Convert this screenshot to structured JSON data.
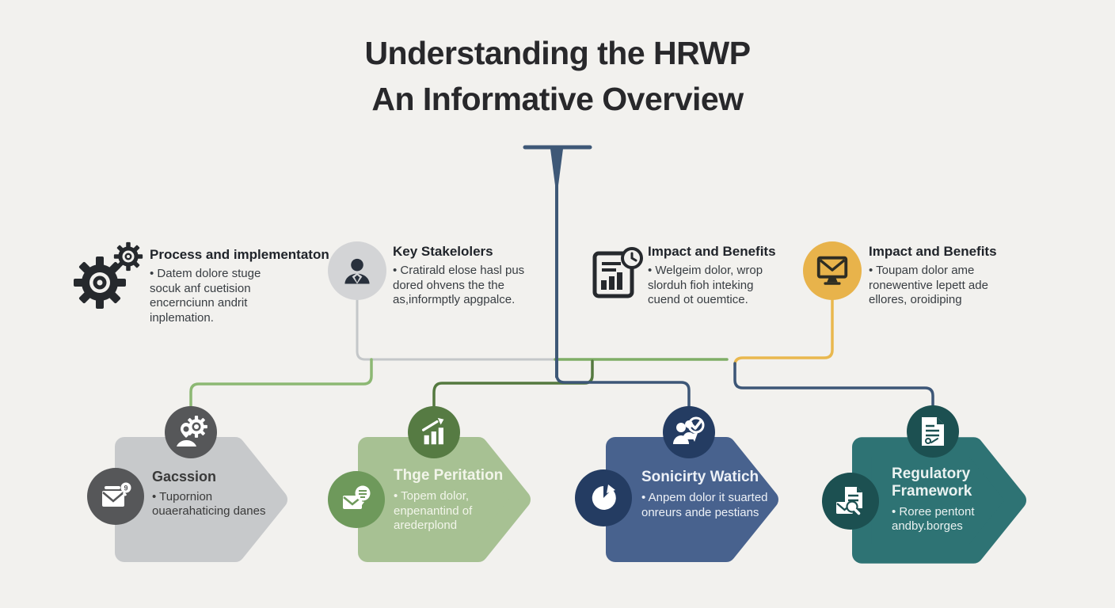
{
  "title": {
    "line1": "Understanding the HRWP",
    "line2": "An Informative Overview"
  },
  "top_items": [
    {
      "icon": "gears-icon",
      "heading": "Process and implementaton",
      "body": "• Datem dolore stuge socuk anf cuetision encernciunn andrit inplemation."
    },
    {
      "icon": "person-icon",
      "heading": "Key Stakelolers",
      "body": "• Cratirald elose hasl pus dored ohvens the the as,informptly apgpalce."
    },
    {
      "icon": "report-clock-icon",
      "heading": "Impact and Benefits",
      "body": "• Welgeim dolor, wrop slorduh fioh inteking cuend ot ouemtice."
    },
    {
      "icon": "mail-monitor-icon",
      "heading": "Impact and Benefits",
      "body": "• Toupam dolor ame ronewentive lepett ade ellores, oroidiping"
    }
  ],
  "bottom_items": [
    {
      "title": "Gacssion",
      "body": "• Tupornion ouaerahaticing danes",
      "top_icon": "person-gear-icon",
      "left_icon": "mail-notification-icon"
    },
    {
      "title": "Thge Peritation",
      "body": "• Topem dolor, enpenantind of arederplond",
      "top_icon": "growth-chart-icon",
      "left_icon": "mail-chat-icon"
    },
    {
      "title": "Sonicirty Watich",
      "body": "• Anpem dolor it suarted onreurs ande pestians",
      "top_icon": "team-check-icon",
      "left_icon": "pie-chart-icon"
    },
    {
      "title": "Regulatory Framework",
      "body": "• Roree pentont andby.borges",
      "top_icon": "document-signature-icon",
      "left_icon": "documents-search-icon"
    }
  ],
  "colors": {
    "background": "#f2f1ee",
    "title-text": "#28282b",
    "heading-text": "#20242a",
    "body-text": "#383d42",
    "icon-dark": "#26292d",
    "stakeholder-circle": "#d3d4d6",
    "orange-circle": "#e8b34b",
    "box1-fill": "#c7c9cb",
    "box1-circle": "#565759",
    "box1-text": "#3a3a3a",
    "box2-fill": "#a7c193",
    "box2-circle-top": "#567b43",
    "box2-circle-left": "#6e995b",
    "box2-text": "#f2f5ea",
    "box3-fill": "#48628e",
    "box3-circle": "#243c62",
    "box3-text": "#edf1f7",
    "box4-fill": "#2e7374",
    "box4-circle": "#1c5051",
    "box4-text": "#eaf2f1",
    "line-gray": "#c4c7c9",
    "line-lightgreen": "#8cb873",
    "line-midgreen": "#7fae66",
    "line-darkgreen": "#54793f",
    "line-navy": "#3c5677",
    "line-yellow": "#e9b84e",
    "line-stem": "#3e5877"
  }
}
